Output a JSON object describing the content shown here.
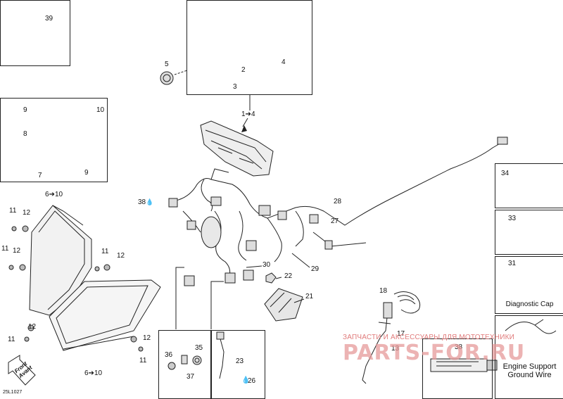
{
  "diagram": {
    "callouts": {
      "c39": "39",
      "c5": "5",
      "c2": "2",
      "c4": "4",
      "c3": "3",
      "c1to4": "1➔4",
      "c9a": "9",
      "c10": "10",
      "c8": "8",
      "c7": "7",
      "c9b": "9",
      "c6to10top": "6➔10",
      "c38top": "38",
      "c28": "28",
      "c27": "27",
      "c34": "34",
      "c33": "33",
      "c31": "31",
      "c11a": "11",
      "c12a": "12",
      "c11b": "11",
      "c12b": "12",
      "c11c": "11",
      "c12c": "12",
      "c30": "30",
      "c29": "29",
      "c22": "22",
      "c21": "21",
      "c18": "18",
      "c17": "17",
      "c13": "13",
      "c12d": "12",
      "c11d": "11",
      "c12e": "12",
      "c11e": "11",
      "c6to10bottom": "6➔10",
      "c36": "36",
      "c35": "35",
      "c37": "37",
      "c23": "23",
      "c26": "26",
      "c38box": "38"
    },
    "captions": {
      "diagnostic_cap": "Diagnostic Cap",
      "engine_support_line1": "Engine Support",
      "engine_support_line2": "Ground Wire"
    },
    "front_line1": "Front",
    "front_line2": "Avant",
    "ref_code": "25L1027",
    "watermark_line1": "ЗАПЧАСТИ И АКСЕССУАРЫ ДЛЯ МОТОТЕХНИКИ",
    "watermark_line2": "PARTS-FOR.RU",
    "colors": {
      "line": "#222222",
      "fill": "#e8e8e8",
      "watermark": "#e07a7a"
    },
    "icons": [
      "drop-icon",
      "front-arrow-icon"
    ]
  }
}
